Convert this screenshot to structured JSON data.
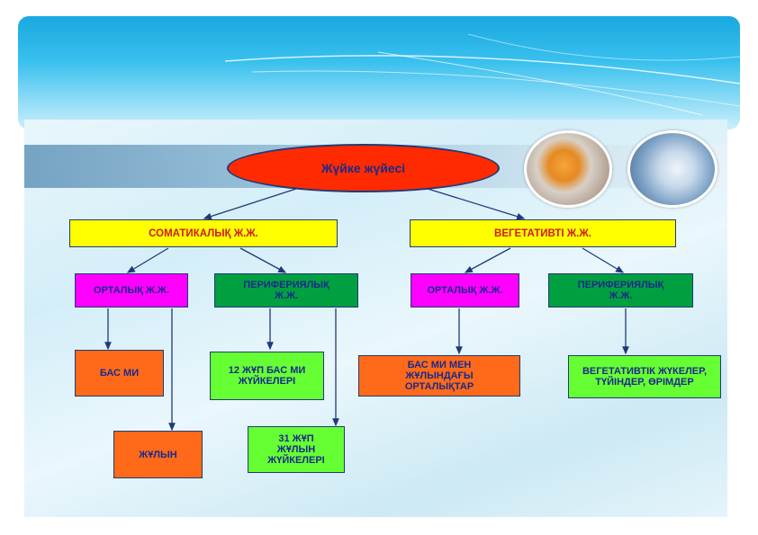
{
  "diagram": {
    "root": "Жүйке жүйесі",
    "somatic": "СОМАТИКАЛЫҚ Ж.Ж.",
    "vegetative": "ВЕГЕТАТИВТІ Ж.Ж.",
    "som_central": "ОРТАЛЫҚ Ж.Ж.",
    "som_peripheral": "ПЕРИФЕРИЯЛЫҚ Ж.Ж.",
    "veg_central": "ОРТАЛЫҚ Ж.Ж.",
    "veg_peripheral": "ПЕРИФЕРИЯЛЫҚ Ж.Ж.",
    "brain": "БАС МИ",
    "spinal_cord": "ЖҰЛЫН",
    "cranial_nerves": "12 ЖҰП БАС МИ ЖҮЙКЕЛЕРІ",
    "spinal_nerves": "31 ЖҰП ЖҰЛЫН ЖҮЙКЕЛЕРІ",
    "veg_centers": "БАС МИ МЕН ЖҰЛЫНДАҒЫ ОРТАЛЫҚТАР",
    "veg_nerves": "ВЕГЕТАТИВТІК ЖҮКЕЛЕР, ТҮЙІНДЕР, ӨРІМДЕР"
  },
  "colors": {
    "root": "#ff2a00",
    "level1": "#ffff00",
    "central": "#ff00ff",
    "peripheral": "#00a040",
    "central_leaf": "#ff6a1a",
    "peripheral_leaf": "#66ff33",
    "connector": "#1f3a7a"
  }
}
